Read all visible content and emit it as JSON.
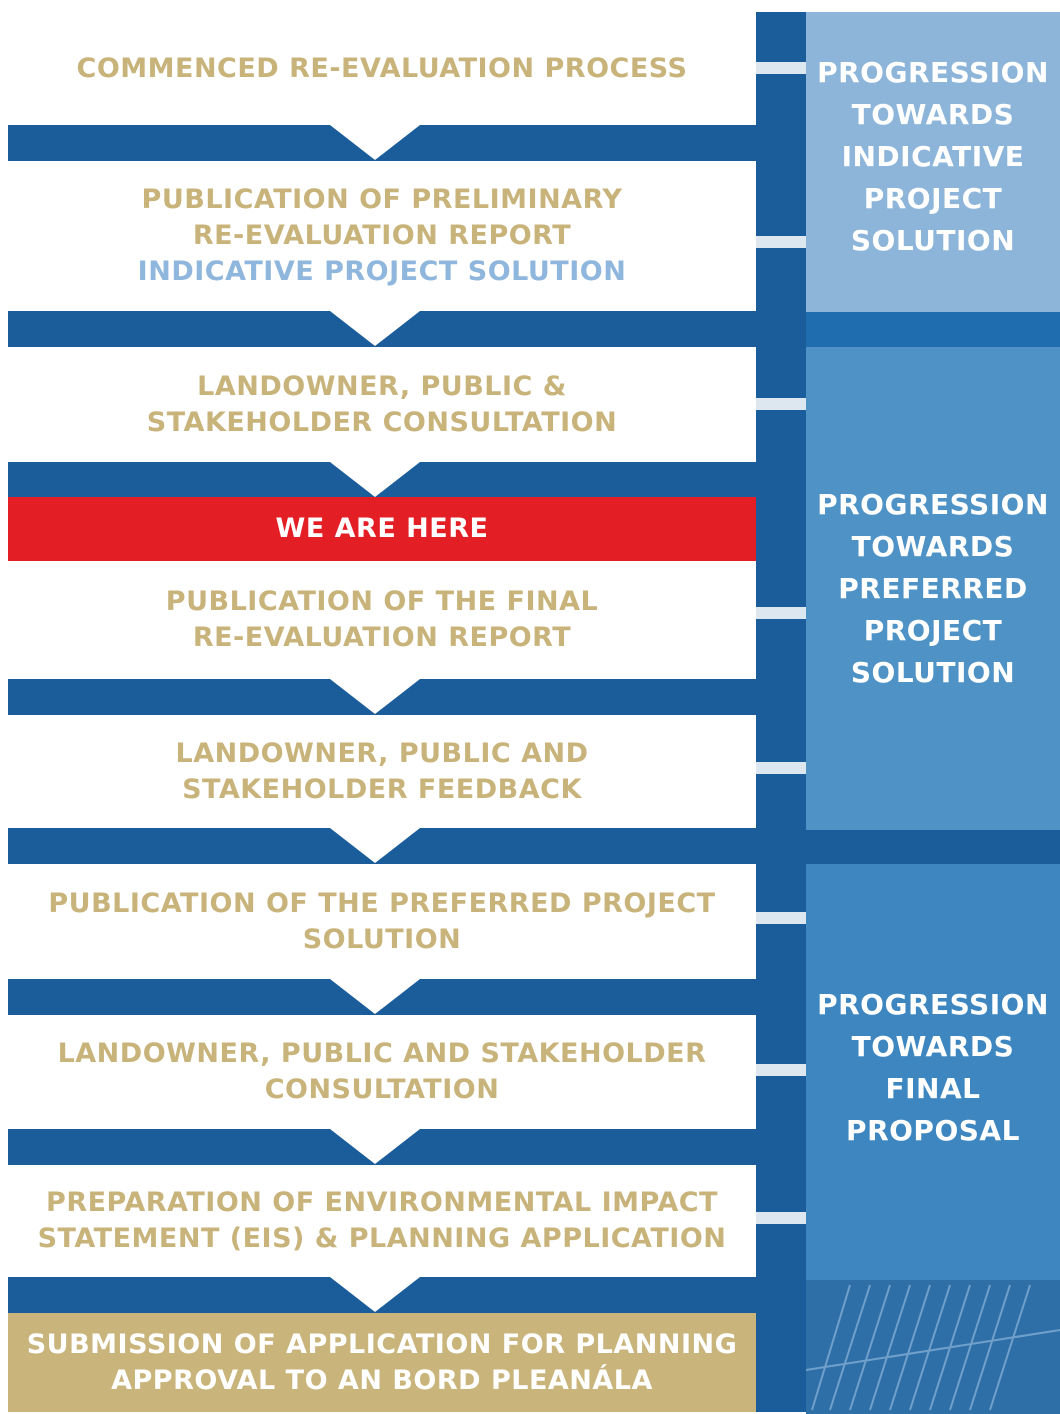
{
  "steps": [
    {
      "lines": [
        "COMMENCED RE-EVALUATION PROCESS"
      ]
    },
    {
      "lines": [
        "PUBLICATION OF PRELIMINARY",
        "RE-EVALUATION REPORT"
      ],
      "sub": "INDICATIVE PROJECT SOLUTION"
    },
    {
      "lines": [
        "LANDOWNER, PUBLIC &",
        "STAKEHOLDER CONSULTATION"
      ]
    },
    {
      "lines": [
        "WE ARE HERE"
      ]
    },
    {
      "lines": [
        "PUBLICATION OF THE FINAL",
        "RE-EVALUATION REPORT"
      ]
    },
    {
      "lines": [
        "LANDOWNER, PUBLIC AND",
        "STAKEHOLDER FEEDBACK"
      ]
    },
    {
      "lines": [
        "PUBLICATION OF THE PREFERRED PROJECT",
        "SOLUTION"
      ]
    },
    {
      "lines": [
        "LANDOWNER, PUBLIC AND STAKEHOLDER",
        "CONSULTATION"
      ]
    },
    {
      "lines": [
        "PREPARATION OF ENVIRONMENTAL IMPACT",
        "STATEMENT (EIS) & PLANNING APPLICATION"
      ]
    },
    {
      "lines": [
        "SUBMISSION OF APPLICATION FOR PLANNING",
        "APPROVAL TO AN BORD PLEANÁLA"
      ]
    }
  ],
  "phases": [
    {
      "lines": [
        "PROGRESSION",
        "TOWARDS",
        "INDICATIVE",
        "PROJECT",
        "SOLUTION"
      ]
    },
    {
      "lines": [
        "PROGRESSION",
        "TOWARDS",
        "PREFERRED",
        "PROJECT",
        "SOLUTION"
      ]
    },
    {
      "lines": [
        "PROGRESSION",
        "TOWARDS",
        "FINAL",
        "PROPOSAL"
      ]
    }
  ],
  "colors": {
    "navy": "#1a5d9a",
    "step_text": "#c8b37a",
    "sub_text": "#8fb6dc",
    "highlight": "#e41e25",
    "final": "#c9b57c",
    "phase1": "#8db5d9",
    "phase2": "#4f93c6",
    "phase3": "#3d86c0"
  }
}
